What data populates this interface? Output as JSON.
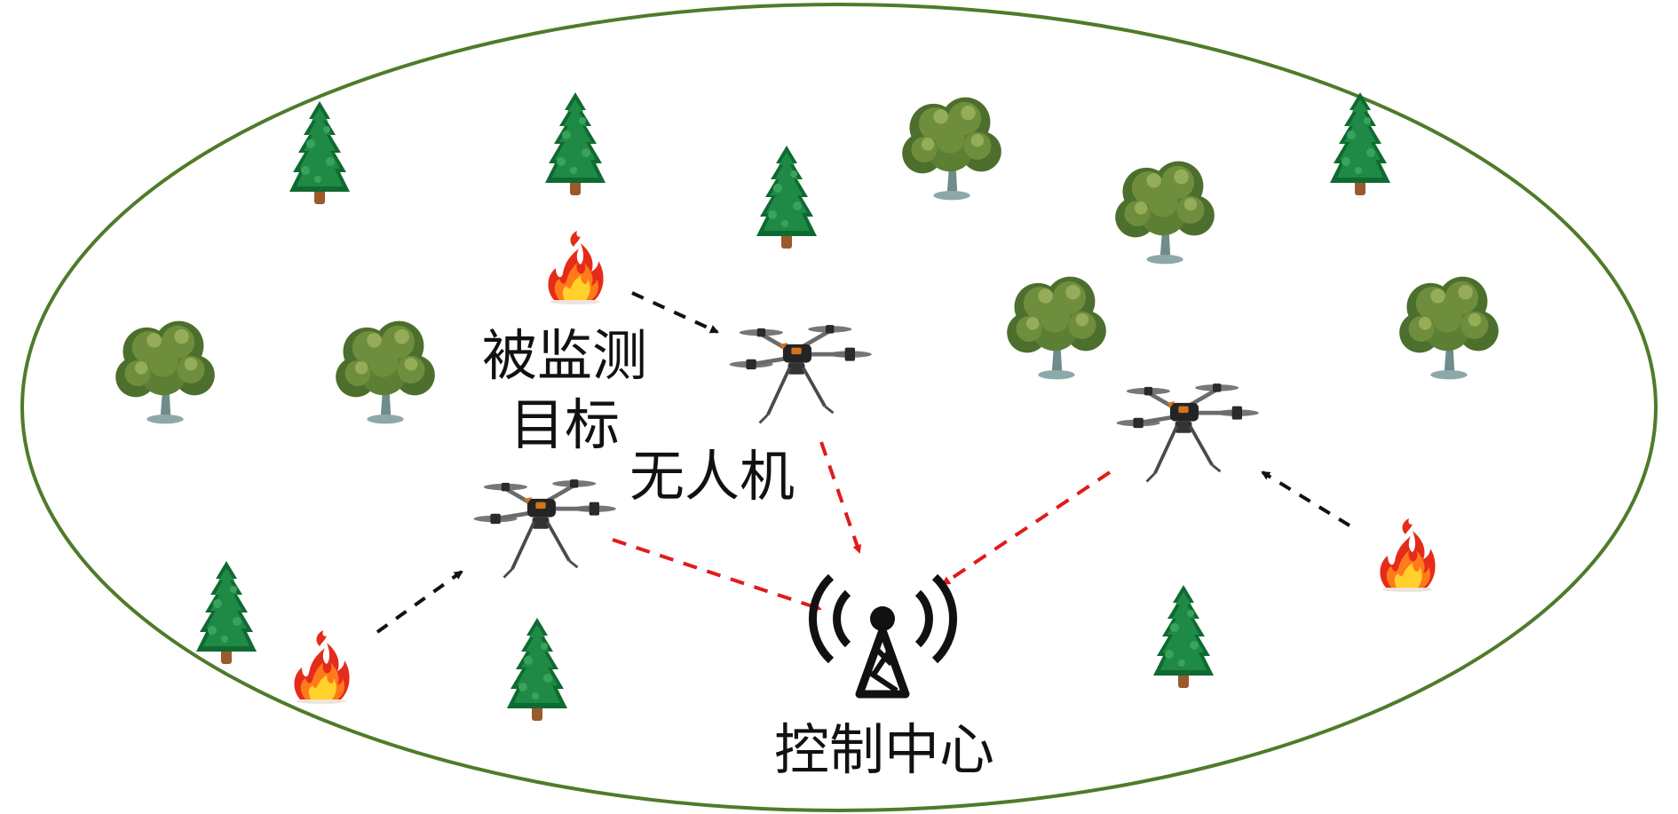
{
  "labels": {
    "monitored_target_line1": "被监测",
    "monitored_target_line2": "目标",
    "uav": "无人机",
    "control_center": "控制中心"
  },
  "colors": {
    "boundary": "#4f7b2a",
    "pine_dark": "#0f6a31",
    "pine_mid": "#1e8a45",
    "pine_light": "#39a35c",
    "trunk": "#9a5a2c",
    "oak_dark": "#4c6f2d",
    "oak_mid": "#6f8e3d",
    "oak_light": "#95ad58",
    "oak_trunk": "#6f8b8b",
    "fire_red": "#e52b1a",
    "fire_orange": "#ff7a1a",
    "fire_yellow": "#ffd12a",
    "drone_arm": "#6b6b6b",
    "drone_body": "#242424",
    "drone_accent": "#d4721e",
    "data_arrow": "#e01b1b",
    "detect_arrow": "#111111",
    "tower": "#111111"
  },
  "icons": {
    "pine": "pine-tree-icon",
    "oak": "oak-tree-icon",
    "fire": "fire-icon",
    "drone": "quadcopter-drone-icon",
    "tower": "radio-tower-icon"
  }
}
